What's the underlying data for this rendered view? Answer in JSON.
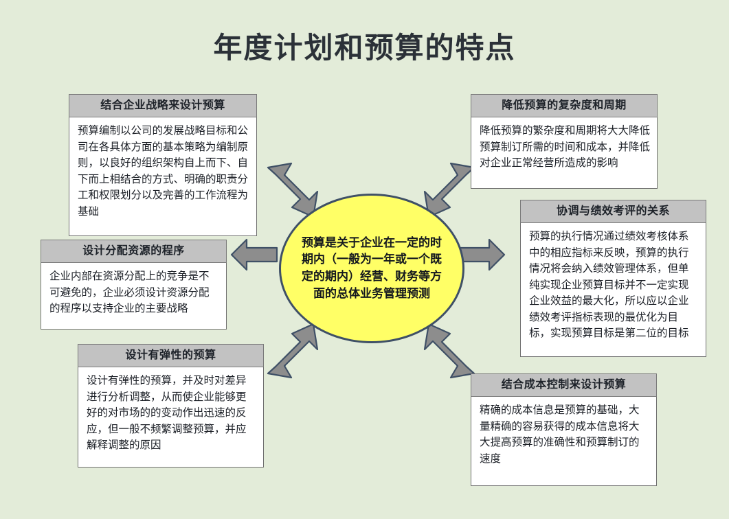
{
  "title": "年度计划和预算的特点",
  "center": {
    "text": "预算是关于企业在一定的时期内（一般为一年或一个既定的期内）经营、财务等方面的总体业务管理预测",
    "fill": "#ffff66",
    "border": "#3f5066"
  },
  "colors": {
    "background": "#e3ecd9",
    "header_fill": "#c2c2c2",
    "body_fill": "#ffffff",
    "arrow_fill": "#8d8d8d",
    "arrow_stroke": "#3f5066",
    "title_color": "#2b3138"
  },
  "boxes": [
    {
      "id": "combine-strategy",
      "header": "结合企业战略来设计预算",
      "body": "预算编制以公司的发展战略目标和公司在各具体方面的基本策略为编制原则，以良好的组织架构自上而下、自下而上相结合的方式、明确的职责分工和权限划分以及完善的工作流程为基础"
    },
    {
      "id": "reduce-complexity",
      "header": "降低预算的复杂度和周期",
      "body": "降低预算的繁杂度和周期将大大降低预算制订所需的时间和成本，并降低对企业正常经营所造成的影响"
    },
    {
      "id": "allocate-resources",
      "header": "设计分配资源的程序",
      "body": "企业内部在资源分配上的竞争是不可避免的，企业必须设计资源分配的程序以支持企业的主要战略"
    },
    {
      "id": "performance-relation",
      "header": "协调与绩效考评的关系",
      "body": "预算的执行情况通过绩效考核体系中的相应指标来反映，预算的执行情况将会纳入绩效管理体系，但单纯实现企业预算目标并不一定实现企业效益的最大化，所以应以企业绩效考评指标表现的最优化为目标，实现预算目标是第二位的目标"
    },
    {
      "id": "flexible-budget",
      "header": "设计有弹性的预算",
      "body": "设计有弹性的预算，并及时对差异进行分析调整，从而使企业能够更好的对市场的的变动作出迅速的反应，但一般不频繁调整预算，并应解释调整的原因"
    },
    {
      "id": "cost-control",
      "header": "结合成本控制来设计预算",
      "body": "精确的成本信息是预算的基础，大量精确的容易获得的成本信息将大大提高预算的准确性和预算制订的速度"
    }
  ],
  "arrows": [
    {
      "id": "arrow-up-left",
      "direction": "up-left"
    },
    {
      "id": "arrow-up-right",
      "direction": "up-right"
    },
    {
      "id": "arrow-left",
      "direction": "left"
    },
    {
      "id": "arrow-right",
      "direction": "right"
    },
    {
      "id": "arrow-down-left",
      "direction": "down-left"
    },
    {
      "id": "arrow-down-right",
      "direction": "down-right"
    }
  ]
}
